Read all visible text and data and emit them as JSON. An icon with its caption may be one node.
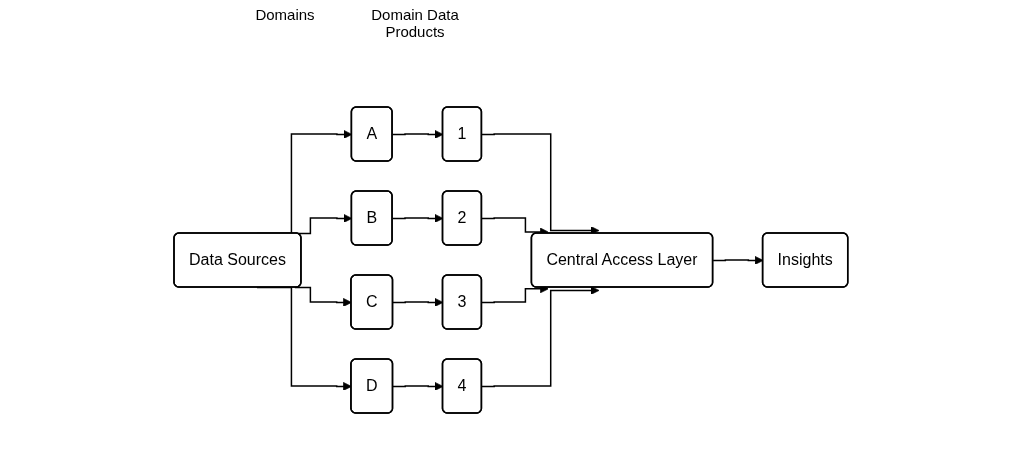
{
  "diagram": {
    "nodes": [
      {
        "text": [
          "Data Sources"
        ]
      },
      {
        "text": [
          "A"
        ]
      },
      {
        "text": [
          "B"
        ]
      },
      {
        "text": [
          "C"
        ]
      },
      {
        "text": [
          "D"
        ]
      },
      {
        "text": [
          "1"
        ]
      },
      {
        "text": [
          "2"
        ]
      },
      {
        "text": [
          "3"
        ]
      },
      {
        "text": [
          "4"
        ]
      },
      {
        "text": [
          "Central Access Layer"
        ]
      },
      {
        "text": [
          "Insights"
        ]
      }
    ],
    "edges": [
      {
        "from": 0,
        "to": 1,
        "arrow": "to"
      },
      {
        "from": 0,
        "to": 2,
        "arrow": "to"
      },
      {
        "from": 0,
        "to": 3,
        "arrow": "to"
      },
      {
        "from": 0,
        "to": 4,
        "arrow": "to"
      },
      {
        "from": 1,
        "to": 5,
        "arrow": "to"
      },
      {
        "from": 2,
        "to": 6,
        "arrow": "to"
      },
      {
        "from": 3,
        "to": 7,
        "arrow": "to"
      },
      {
        "from": 4,
        "to": 8,
        "arrow": "to"
      },
      {
        "from": 5,
        "to": 9,
        "arrow": "to"
      },
      {
        "from": 6,
        "to": 9,
        "arrow": "to"
      },
      {
        "from": 7,
        "to": 9,
        "arrow": "to"
      },
      {
        "from": 8,
        "to": 9,
        "arrow": "to"
      },
      {
        "from": 9,
        "to": 10,
        "arrow": "to"
      }
    ],
    "labels": [
      "Domains",
      "Domain Data Products"
    ]
  }
}
